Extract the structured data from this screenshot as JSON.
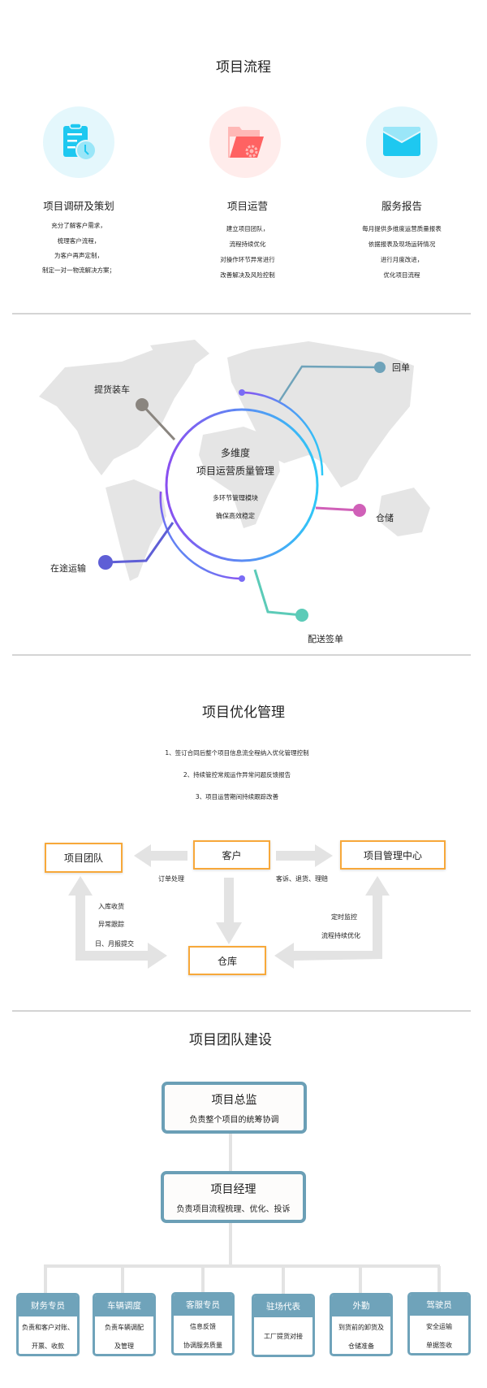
{
  "process": {
    "title": "项目流程",
    "columns": [
      {
        "icon": "clipboard-clock-icon",
        "title": "项目调研及策划",
        "lines": [
          "充分了解客户需求，",
          "梳理客户流程，",
          "为客户再声定制，",
          "制定一对一物流解决方案；"
        ]
      },
      {
        "icon": "folder-gear-icon",
        "title": "项目运营",
        "lines": [
          "建立项目团队，",
          "流程持续优化",
          "对操作环节异常进行",
          "改善解决及风险控制"
        ]
      },
      {
        "icon": "envelope-icon",
        "title": "服务报告",
        "lines": [
          "每月提供多维度运营质量报表",
          "依据报表及现场运转情况",
          "进行月度改进，",
          "优化项目流程"
        ]
      }
    ],
    "colors": {
      "blue": "#1ec8f0",
      "blue_bg": "#e4f7fc",
      "red": "#ff6262",
      "red_bg": "#ffeceb"
    }
  },
  "quality": {
    "center_title_1": "多维度",
    "center_title_2": "项目运营质量管理",
    "center_sub_1": "多环节管理模块",
    "center_sub_2": "确保高效稳定",
    "nodes": [
      {
        "label": "提货装车",
        "color": "#8a857f"
      },
      {
        "label": "回单",
        "color": "#6fa3ba"
      },
      {
        "label": "仓储",
        "color": "#d060b8"
      },
      {
        "label": "在途运输",
        "color": "#5f5fd6"
      },
      {
        "label": "配送签单",
        "color": "#5ccbb8"
      }
    ]
  },
  "optimization": {
    "title": "项目优化管理",
    "items": [
      "1、签订合同后整个项目信息流全程纳入优化管理控制",
      "2、持续管控常规运作异常问题反馈报告",
      "3、项目运营期间持续跟踪改善"
    ],
    "flow": {
      "team": "项目团队",
      "customer": "客户",
      "center": "项目管理中心",
      "warehouse": "仓库",
      "order": "订单处理",
      "complaints": "客诉、退货、理赔",
      "team_lines": [
        "入库收货",
        "异常跟踪",
        "日、月报提交"
      ],
      "center_lines": [
        "定时监控",
        "流程持续优化"
      ]
    },
    "accent": "#f7a83a"
  },
  "team": {
    "title": "项目团队建设",
    "director": {
      "title": "项目总监",
      "desc": "负责整个项目的统筹协调"
    },
    "manager": {
      "title": "项目经理",
      "desc": "负责项目流程梳理、优化、投诉"
    },
    "roles": [
      {
        "title": "财务专员",
        "lines": [
          "负责和客户对账、",
          "开票、收款"
        ]
      },
      {
        "title": "车辆调度",
        "lines": [
          "负责车辆调配",
          "及管理"
        ]
      },
      {
        "title": "客服专员",
        "lines": [
          "信息反馈",
          "协调服务质量"
        ]
      },
      {
        "title": "驻场代表",
        "lines": [
          "工厂提货对接"
        ]
      },
      {
        "title": "外勤",
        "lines": [
          "到货前的卸货及",
          "仓储准备"
        ]
      },
      {
        "title": "驾驶员",
        "lines": [
          "安全运输",
          "单据签收"
        ]
      }
    ],
    "accent": "#6fa3ba"
  }
}
